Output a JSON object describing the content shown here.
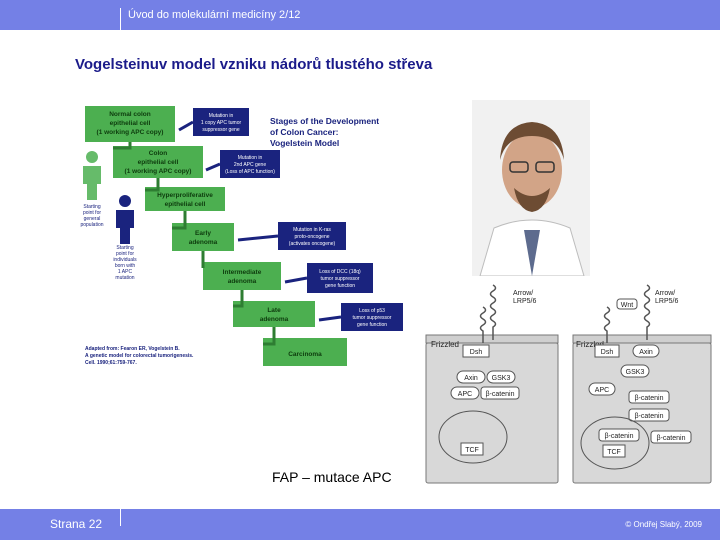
{
  "header": {
    "title": "Úvod do molekulární medicíny 2/12"
  },
  "slide": {
    "title": "Vogelsteinuv model vzniku nádorů tlustého střeva",
    "caption": "FAP – mutace APC"
  },
  "figure_left": {
    "heading": [
      "Stages of the Development",
      "of Colon Cancer:",
      "Vogelstein Model"
    ],
    "stages": [
      [
        "Normal colon",
        "epithelial cell",
        "(1 working APC copy)"
      ],
      [
        "Colon",
        "epithelial cell",
        "(1 working APC copy)"
      ],
      [
        "Hyperproliferative",
        "epithelial cell"
      ],
      [
        "Early",
        "adenoma"
      ],
      [
        "Intermediate",
        "adenoma"
      ],
      [
        "Late",
        "adenoma"
      ],
      [
        "Carcinoma"
      ]
    ],
    "mutations": [
      [
        "Mutation in",
        "1 copy APC tumor",
        "suppressor gene"
      ],
      [
        "Mutation in",
        "2nd APC gene",
        "(Loss of APC function)"
      ],
      [
        "Mutation in K-ras",
        "proto-oncogene",
        "(activates oncogene)"
      ],
      [
        "Loss of DCC (18q)",
        "tumor suppressor",
        "gene function"
      ],
      [
        "Loss of p53",
        "tumor suppressor",
        "gene function"
      ]
    ],
    "person_labels": [
      [
        "Starting",
        "point for",
        "general",
        "population"
      ],
      [
        "Starting",
        "point for",
        "individuals",
        "born with",
        "1 APC",
        "mutation"
      ]
    ],
    "citation": [
      "Adapted from: Fearon ER, Vogelstein B.",
      "A genetic model for colorectal tumorigenesis.",
      "Cell. 1990;61:759-767."
    ],
    "colors": {
      "stage": "#4caf50",
      "mutation": "#1a237e",
      "person_normal": "#66bb6a",
      "person_mutant": "#1a237e"
    }
  },
  "figure_right": {
    "left_panel": {
      "frizzled": "Frizzled",
      "arrow": "Arrow/\nLRP5/6",
      "dsh": "Dsh",
      "axin": "Axin",
      "gsk3": "GSK3",
      "apc": "APC",
      "bcat": "β-catenin",
      "tcf": "TCF"
    },
    "right_panel": {
      "frizzled": "Frizzled",
      "wnt": "Wnt",
      "arrow": "Arrow/\nLRP5/6",
      "dsh": "Dsh",
      "axin": "Axin",
      "gsk3": "GSK3",
      "apc": "APC",
      "bcat": "β-catenin",
      "tcf": "TCF"
    }
  },
  "footer": {
    "page_label": "Strana 22",
    "copyright": "© Ondřej Slabý, 2009"
  }
}
